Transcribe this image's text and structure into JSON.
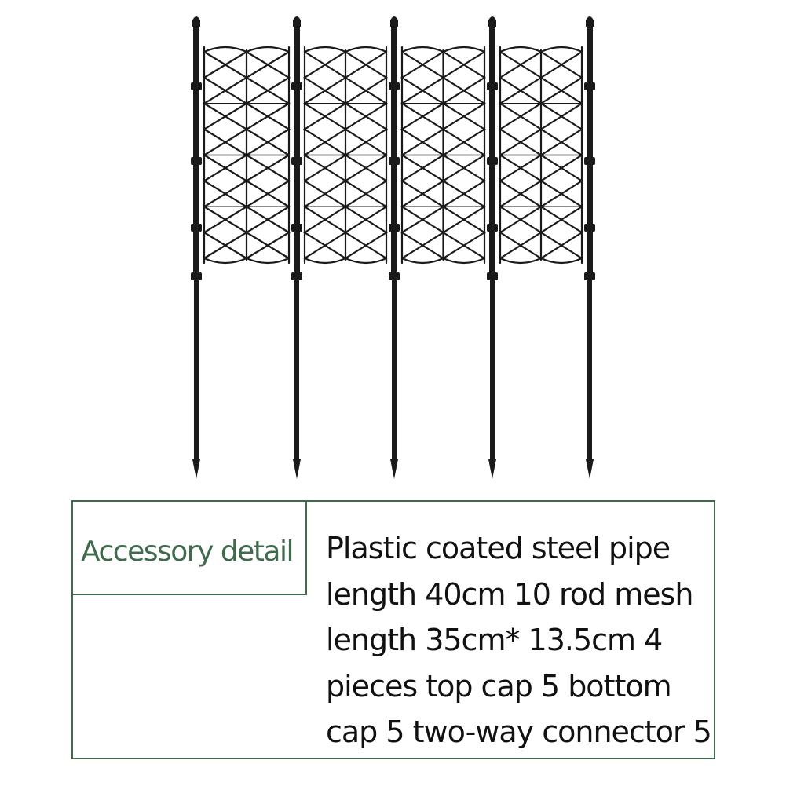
{
  "product_figure": {
    "description_icon": "garden-trellis-fence-icon",
    "panel_count": 4,
    "rod_count": 5,
    "line_color": "#1a1a1a"
  },
  "detail": {
    "label": "Accessory detail",
    "lines": [
      "Plastic coated steel pipe",
      "length 40cm 10 rod mesh",
      "length 35cm* 13.5cm 4",
      "pieces top cap 5 bottom",
      "cap 5 two-way connector 5"
    ],
    "border_color": "#3f6a4e",
    "label_color": "#3f6a4e"
  }
}
